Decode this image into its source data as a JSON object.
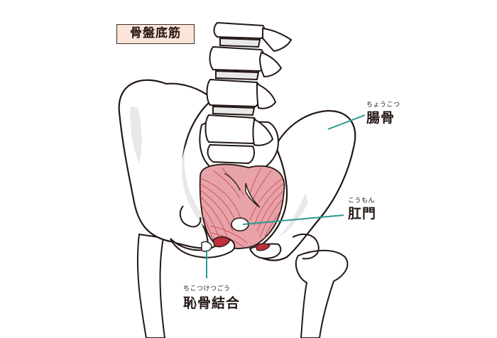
{
  "title": "骨盤底筋",
  "labels": {
    "ilium": {
      "text": "腸骨",
      "reading": "ちょうこつ"
    },
    "anus": {
      "text": "肛門",
      "reading": "こうもん"
    },
    "pubic_symphysis": {
      "text": "恥骨結合",
      "reading": "ちこつけつごう"
    }
  },
  "colors": {
    "outline": "#231815",
    "bone": "#ffffff",
    "bone_shade": "#e8e8e8",
    "muscle": "#e8a3a8",
    "muscle_fiber": "#c9565f",
    "muscle_dark": "#c0303a",
    "leader_line": "#2a9a92",
    "title_bg": "#fbe4d8"
  }
}
